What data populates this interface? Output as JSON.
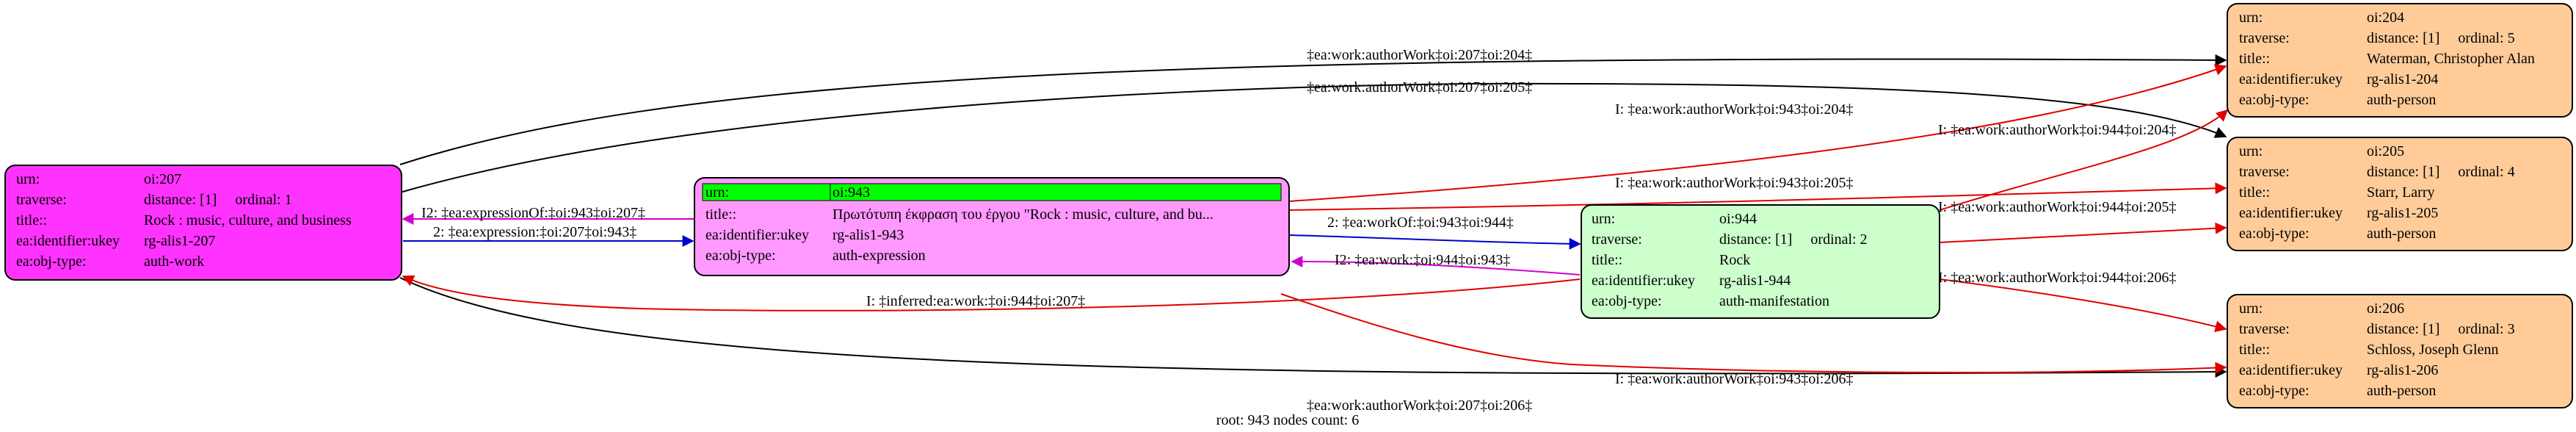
{
  "colors": {
    "work": "#ff33ff",
    "expression": "#ff99ff",
    "manifestation": "#ccffcc",
    "person": "#ffcc99",
    "highlight": "#00ff00",
    "edge_default": "#000000",
    "edge_red": "#e00000",
    "edge_blue": "#0000cc",
    "edge_magenta": "#d000d0"
  },
  "nodes": {
    "n207": {
      "fields": [
        {
          "key": "urn:",
          "val": "oi:207"
        },
        {
          "key": "traverse:",
          "val": "distance: [1]     ordinal: 1"
        },
        {
          "key": "title::",
          "val": "Rock : music, culture, and business"
        },
        {
          "key": "ea:identifier:ukey",
          "val": "rg-alis1-207"
        },
        {
          "key": "ea:obj-type:",
          "val": "auth-work"
        }
      ]
    },
    "n943": {
      "fields": [
        {
          "key": "urn:",
          "val": "oi:943"
        },
        {
          "key": "title::",
          "val": "Πρωτότυπη έκφραση του έργου \"Rock : music, culture, and bu..."
        },
        {
          "key": "ea:identifier:ukey",
          "val": "rg-alis1-943"
        },
        {
          "key": "ea:obj-type:",
          "val": "auth-expression"
        }
      ]
    },
    "n944": {
      "fields": [
        {
          "key": "urn:",
          "val": "oi:944"
        },
        {
          "key": "traverse:",
          "val": "distance: [1]     ordinal: 2"
        },
        {
          "key": "title::",
          "val": "Rock"
        },
        {
          "key": "ea:identifier:ukey",
          "val": "rg-alis1-944"
        },
        {
          "key": "ea:obj-type:",
          "val": "auth-manifestation"
        }
      ]
    },
    "n204": {
      "fields": [
        {
          "key": "urn:",
          "val": "oi:204"
        },
        {
          "key": "traverse:",
          "val": "distance: [1]     ordinal: 5"
        },
        {
          "key": "title::",
          "val": "Waterman, Christopher Alan"
        },
        {
          "key": "ea:identifier:ukey",
          "val": "rg-alis1-204"
        },
        {
          "key": "ea:obj-type:",
          "val": "auth-person"
        }
      ]
    },
    "n205": {
      "fields": [
        {
          "key": "urn:",
          "val": "oi:205"
        },
        {
          "key": "traverse:",
          "val": "distance: [1]     ordinal: 4"
        },
        {
          "key": "title::",
          "val": "Starr, Larry"
        },
        {
          "key": "ea:identifier:ukey",
          "val": "rg-alis1-205"
        },
        {
          "key": "ea:obj-type:",
          "val": "auth-person"
        }
      ]
    },
    "n206": {
      "fields": [
        {
          "key": "urn:",
          "val": "oi:206"
        },
        {
          "key": "traverse:",
          "val": "distance: [1]     ordinal: 3"
        },
        {
          "key": "title::",
          "val": "Schloss, Joseph Glenn"
        },
        {
          "key": "ea:identifier:ukey",
          "val": "rg-alis1-206"
        },
        {
          "key": "ea:obj-type:",
          "val": "auth-person"
        }
      ]
    }
  },
  "edges": {
    "e207_204": "‡ea:work:authorWork‡oi:207‡oi:204‡",
    "e207_205": "‡ea:work:authorWork‡oi:207‡oi:205‡",
    "e207_206": "‡ea:work:authorWork‡oi:207‡oi:206‡",
    "e943_204": "I: ‡ea:work:authorWork‡oi:943‡oi:204‡",
    "e943_205": "I: ‡ea:work:authorWork‡oi:943‡oi:205‡",
    "e943_206": "I: ‡ea:work:authorWork‡oi:943‡oi:206‡",
    "e944_204": "I: ‡ea:work:authorWork‡oi:944‡oi:204‡",
    "e944_205": "I: ‡ea:work:authorWork‡oi:944‡oi:205‡",
    "e944_206": "I: ‡ea:work:authorWork‡oi:944‡oi:206‡",
    "e943_207_expressionOf": "I2: ‡ea:expressionOf:‡oi:943‡oi:207‡",
    "e207_943_expression": "2: ‡ea:expression:‡oi:207‡oi:943‡",
    "e943_944_workOf": "2: ‡ea:workOf:‡oi:943‡oi:944‡",
    "e944_943_work": "I2: ‡ea:work:‡oi:944‡oi:943‡",
    "e944_207_inferred": "I: ‡inferred:ea:work:‡oi:944‡oi:207‡"
  },
  "footer": "root: 943 nodes count: 6"
}
